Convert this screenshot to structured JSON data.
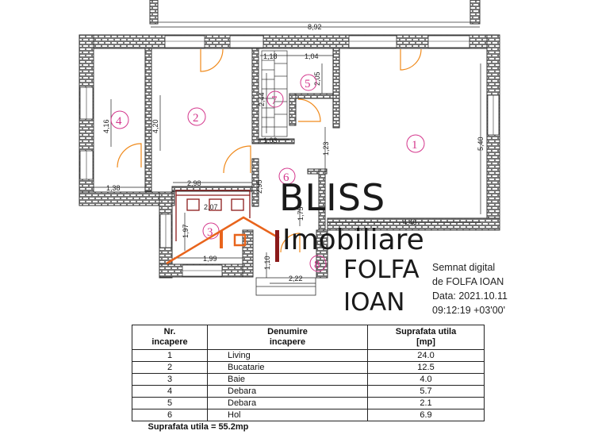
{
  "plan": {
    "dimensions": [
      "8,92",
      "1,18",
      "1,04",
      "2,05",
      "2,44",
      "4,16",
      "4,20",
      "1,03",
      "1,23",
      "5,40",
      "1,38",
      "2,98",
      "2,07",
      "2,95",
      "1,75",
      "4,46",
      "1,97",
      "1,99",
      "1,10",
      "2,22"
    ],
    "room_numbers": [
      "1",
      "2",
      "3",
      "4",
      "5",
      "6",
      "7",
      "8"
    ]
  },
  "watermark": {
    "line1": "BLISS",
    "line2": "Imobiliare",
    "signer_line1": "FOLFA",
    "signer_line2": "IOAN"
  },
  "signature": {
    "line1": "Semnat digital",
    "line2": "de FOLFA IOAN",
    "line3": "Data: 2021.10.11",
    "line4": "09:12:19 +03'00'"
  },
  "table": {
    "headers": [
      "Nr.\nincapere",
      "Denumire\nincapere",
      "Suprafata utila\n[mp]"
    ],
    "rows": [
      [
        "1",
        "Living",
        "24.0"
      ],
      [
        "2",
        "Bucatarie",
        "12.5"
      ],
      [
        "3",
        "Baie",
        "4.0"
      ],
      [
        "4",
        "Debara",
        "5.7"
      ],
      [
        "5",
        "Debara",
        "2.1"
      ],
      [
        "6",
        "Hol",
        "6.9"
      ]
    ],
    "total": "Suprafata utila = 55.2mp"
  },
  "colors": {
    "wall": "#555555",
    "room_number": "#d4368c",
    "door": "#f08a1c",
    "logo_roof": "#e8641c",
    "dark_red": "#8b1a1a"
  }
}
